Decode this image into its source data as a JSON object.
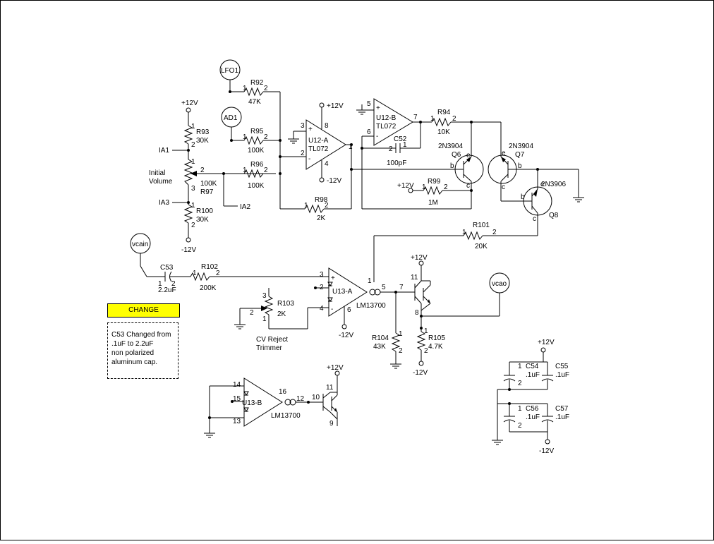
{
  "note": {
    "title": "CHANGE",
    "lines": [
      "C53 Changed from",
      ".1uF to 2.2uF",
      "non polarized",
      "aluminum cap."
    ]
  },
  "signals": {
    "lfo1": "LFO1",
    "ad1": "AD1",
    "vcain": "vcain",
    "vcao": "vcao",
    "ia1": "IA1",
    "ia2": "IA2",
    "ia3": "IA3"
  },
  "rails": {
    "pos": "+12V",
    "neg": "-12V"
  },
  "labels": {
    "initial": "Initial",
    "volume": "Volume",
    "cv_reject": "CV Reject",
    "trimmer": "Trimmer"
  },
  "parts": {
    "r92": {
      "ref": "R92",
      "val": "47K"
    },
    "r93": {
      "ref": "R93",
      "val": "30K"
    },
    "r95": {
      "ref": "R95",
      "val": "100K"
    },
    "r96": {
      "ref": "R96",
      "val": "100K"
    },
    "r97": {
      "ref": "R97",
      "val": "100K"
    },
    "r98": {
      "ref": "R98",
      "val": "2K"
    },
    "r94": {
      "ref": "R94",
      "val": "10K"
    },
    "r99": {
      "ref": "R99",
      "val": "1M"
    },
    "r100": {
      "ref": "R100",
      "val": "30K"
    },
    "r101": {
      "ref": "R101",
      "val": "20K"
    },
    "r102": {
      "ref": "R102",
      "val": "200K"
    },
    "r103": {
      "ref": "R103",
      "val": "2K"
    },
    "r104": {
      "ref": "R104",
      "val": "43K"
    },
    "r105": {
      "ref": "R105",
      "val": "4.7K"
    },
    "c52": {
      "ref": "C52",
      "val": "100pF"
    },
    "c53": {
      "ref": "C53",
      "val": "2.2uF"
    },
    "c54": {
      "ref": "C54",
      "val": ".1uF"
    },
    "c55": {
      "ref": "C55",
      "val": ".1uF"
    },
    "c56": {
      "ref": "C56",
      "val": ".1uF"
    },
    "c57": {
      "ref": "C57",
      "val": ".1uF"
    },
    "u12a": {
      "ref": "U12-A",
      "val": "TL072"
    },
    "u12b": {
      "ref": "U12-B",
      "val": "TL072"
    },
    "u13a": {
      "ref": "U13-A",
      "val": "LM13700"
    },
    "u13b": {
      "ref": "U13-B",
      "val": "LM13700"
    },
    "q6": {
      "ref": "Q6",
      "val": "2N3904"
    },
    "q7": {
      "ref": "Q7",
      "val": "2N3904"
    },
    "q8": {
      "ref": "Q8",
      "val": "2N3906"
    }
  },
  "pins": {
    "p1": "1",
    "p2": "2",
    "p3": "3",
    "p4": "4",
    "p5": "5",
    "p6": "6",
    "p7": "7",
    "p8": "8",
    "p9": "9",
    "p10": "10",
    "p11": "11",
    "p12": "12",
    "p13": "13",
    "p14": "14",
    "p15": "15",
    "p16": "16",
    "b": "b",
    "c": "c",
    "e": "e",
    "plus": "+",
    "minus": "-"
  }
}
